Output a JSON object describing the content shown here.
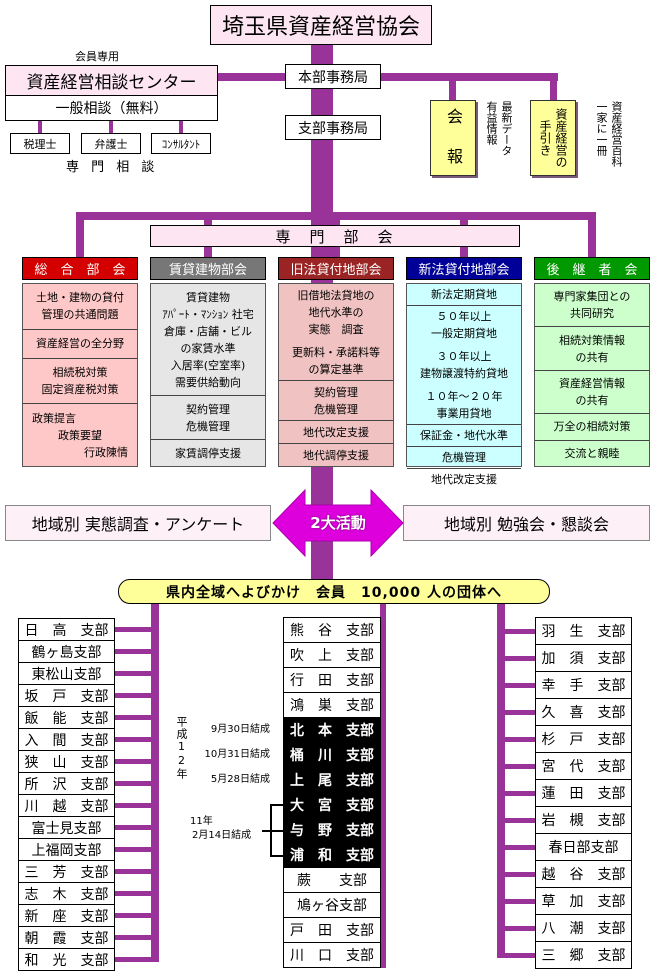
{
  "title": "埼玉県資産経営協会",
  "office": {
    "headquarters": "本部事務局",
    "branch": "支部事務局"
  },
  "consultation": {
    "members_only": "会員専用",
    "center": "資産経営相談センター",
    "general": "一般相談（無料）",
    "experts": [
      "税理士",
      "弁護士",
      "ｺﾝｻﾙﾀﾝﾄ"
    ],
    "experts_label": "専 門 相 談"
  },
  "publications": {
    "bulletin": {
      "title": "会　報",
      "notes": [
        "最新データ",
        "有益情報"
      ]
    },
    "guide": {
      "title": [
        "資産経営の",
        "手引き"
      ],
      "notes": [
        "資産経営百科",
        "一家に一冊"
      ]
    }
  },
  "committees": {
    "label": "専　門　部　会",
    "items": [
      {
        "name": "総　合　部　会",
        "header_color": "#d40000",
        "body_color": "#ffc8c8",
        "sections": [
          [
            [
              "土地・建物の貸付",
              "管理の共通問題"
            ]
          ],
          [
            [
              "資産経営の全分野"
            ]
          ],
          [
            [
              "相続税対策",
              "固定資産税対策"
            ]
          ],
          [
            [
              "政策提言",
              "政策要望",
              "行政陳情"
            ]
          ]
        ]
      },
      {
        "name": "賃貸建物部会",
        "header_color": "#777777",
        "body_color": "#e6e6e6",
        "sections": [
          [
            [
              "賃貸建物",
              "ｱﾊﾟｰﾄ・ﾏﾝｼｮﾝ 社宅",
              "倉庫・店舗・ビル",
              "の家賃水準",
              "入居率(空室率)",
              "需要供給動向"
            ]
          ],
          [
            [
              "契約管理",
              "危機管理"
            ]
          ],
          [
            [
              "家賃調停支援"
            ]
          ]
        ]
      },
      {
        "name": "旧法貸付地部会",
        "header_color": "#9a2323",
        "body_color": "#f0c2c2",
        "sections": [
          [
            [
              "旧借地法貸地の",
              "地代水準の",
              "実態　調査"
            ],
            [
              "更新料・承諾料等",
              "の算定基準"
            ]
          ],
          [
            [
              "契約管理",
              "危機管理"
            ]
          ],
          [
            [
              "地代改定支援"
            ]
          ],
          [
            [
              "地代調停支援"
            ]
          ]
        ]
      },
      {
        "name": "新法貸付地部会",
        "header_color": "#000099",
        "body_color": "#ccffff",
        "sections": [
          [
            [
              "新法定期貸地"
            ]
          ],
          [
            [
              "５０年以上",
              "一般定期貸地"
            ],
            [
              "３０年以上",
              "建物譲渡特約貸地"
            ],
            [
              "１０年～２０年",
              "事業用貸地"
            ]
          ],
          [
            [
              "保証金・地代水準"
            ]
          ],
          [
            [
              "危機管理"
            ]
          ],
          [
            [
              "地代改定支援"
            ]
          ]
        ]
      },
      {
        "name": "後　継　者　会",
        "header_color": "#009900",
        "body_color": "#ccffcc",
        "sections": [
          [
            [
              "専門家集団との",
              "共同研究"
            ]
          ],
          [
            [
              "相続対策情報",
              "の共有"
            ]
          ],
          [
            [
              "資産経営情報",
              "の共有"
            ]
          ],
          [
            [
              "万全の相続対策"
            ]
          ],
          [
            [
              "交流と親睦"
            ]
          ]
        ]
      }
    ]
  },
  "activities": {
    "left": "地域別 実態調査・アンケート",
    "center": "2大活動",
    "right": "地域別 勉強会・懇談会"
  },
  "banner": "県内全域へよびかけ　会員　10,000 人の団体へ",
  "branches": {
    "left": [
      {
        "name": "日　高　支部"
      },
      {
        "name": "鶴ヶ島支部"
      },
      {
        "name": "東松山支部"
      },
      {
        "name": "坂　戸　支部"
      },
      {
        "name": "飯　能　支部"
      },
      {
        "name": "入　間　支部"
      },
      {
        "name": "狭　山　支部"
      },
      {
        "name": "所　沢　支部"
      },
      {
        "name": "川　越　支部"
      },
      {
        "name": "富士見支部"
      },
      {
        "name": "上福岡支部"
      },
      {
        "name": "三　芳　支部"
      },
      {
        "name": "志　木　支部"
      },
      {
        "name": "新　座　支部"
      },
      {
        "name": "朝　霞　支部"
      },
      {
        "name": "和　光　支部"
      }
    ],
    "center": [
      {
        "name": "熊　谷　支部"
      },
      {
        "name": "吹　上　支部"
      },
      {
        "name": "行　田　支部"
      },
      {
        "name": "鴻　巣　支部"
      },
      {
        "name": "北　本　支部",
        "highlighted": true
      },
      {
        "name": "桶　川　支部",
        "highlighted": true
      },
      {
        "name": "上　尾　支部",
        "highlighted": true
      },
      {
        "name": "大　宮　支部",
        "highlighted": true
      },
      {
        "name": "与　野　支部",
        "highlighted": true
      },
      {
        "name": "浦　和　支部",
        "highlighted": true
      },
      {
        "name": "蕨　　支部"
      },
      {
        "name": "鳩ヶ谷支部"
      },
      {
        "name": "戸　田　支部"
      },
      {
        "name": "川　口　支部"
      }
    ],
    "right": [
      {
        "name": "羽　生　支部"
      },
      {
        "name": "加　須　支部"
      },
      {
        "name": "幸　手　支部"
      },
      {
        "name": "久　喜　支部"
      },
      {
        "name": "杉　戸　支部"
      },
      {
        "name": "宮　代　支部"
      },
      {
        "name": "蓮　田　支部"
      },
      {
        "name": "岩　槻　支部"
      },
      {
        "name": "春日部支部"
      },
      {
        "name": "越　谷　支部"
      },
      {
        "name": "草　加　支部"
      },
      {
        "name": "八　潮　支部"
      },
      {
        "name": "三　郷　支部"
      }
    ]
  },
  "formation": {
    "era": "平成12年",
    "dates": [
      "9月30日結成",
      "10月31日結成",
      "5月28日結成"
    ],
    "era2": "11年",
    "date2": "2月14日結成"
  },
  "colors": {
    "line": "#993399",
    "arrow": "#dd00dd",
    "banner": "#ffff99",
    "publication": "#ffff99"
  }
}
